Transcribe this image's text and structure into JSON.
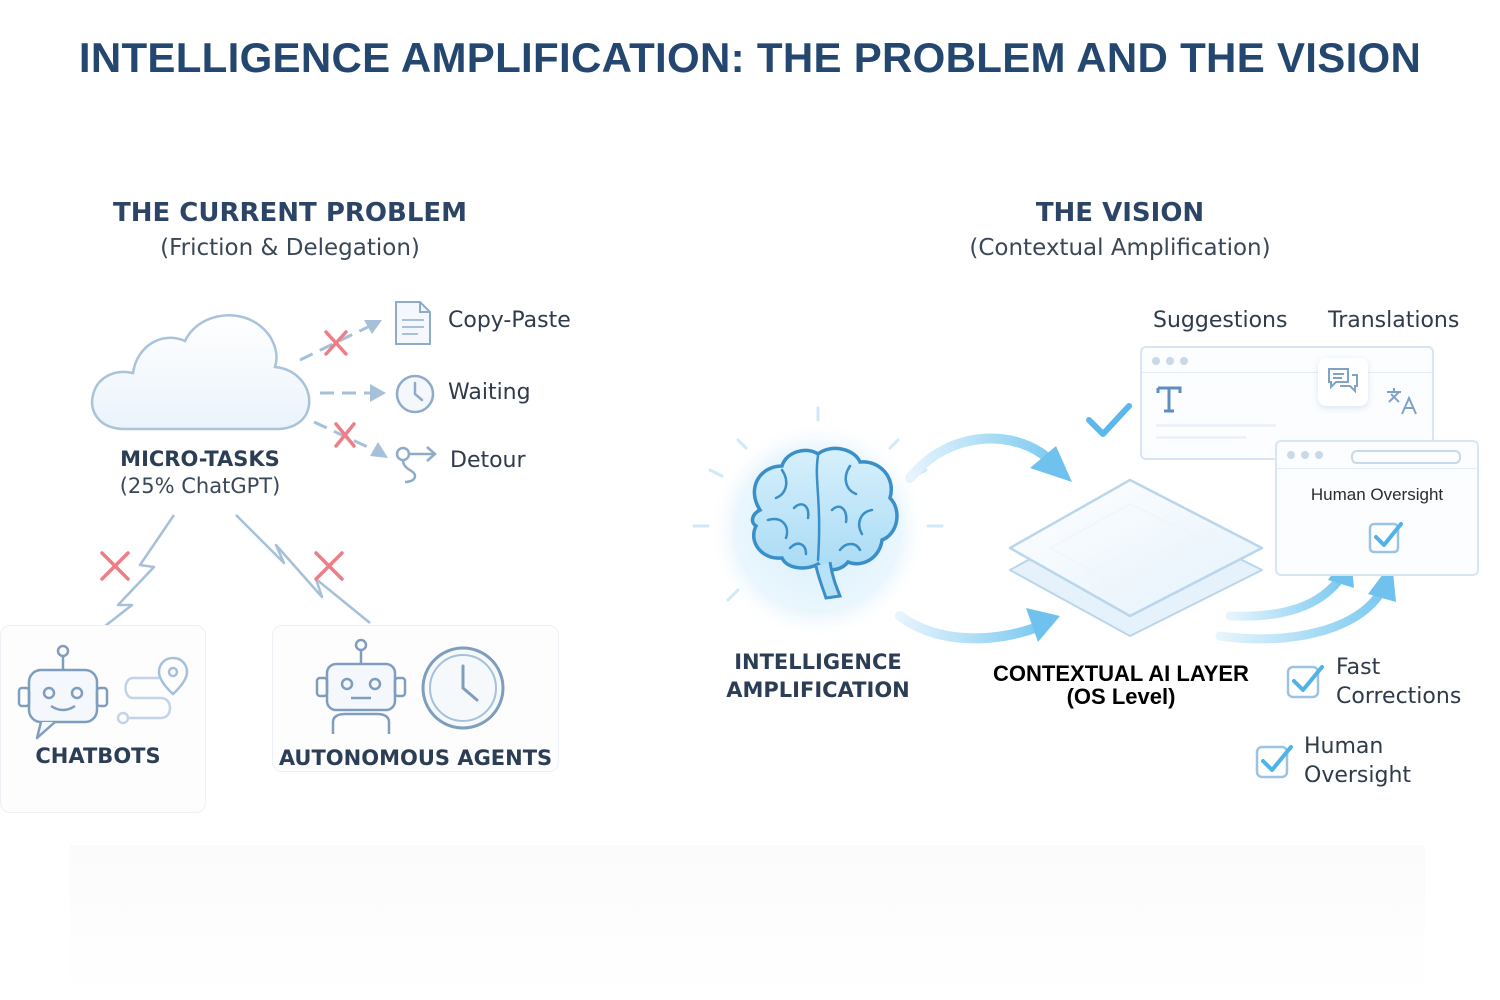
{
  "title": "INTELLIGENCE AMPLIFICATION: THE PROBLEM AND THE VISION",
  "problem": {
    "title": "THE CURRENT PROBLEM",
    "subtitle": "(Friction & Delegation)",
    "micro_tasks": "MICRO-TASKS",
    "micro_tasks_sub": "(25% ChatGPT)",
    "frictions": [
      {
        "label": "Copy-Paste",
        "icon": "document-icon",
        "blocked": true
      },
      {
        "label": "Waiting",
        "icon": "clock-icon",
        "blocked": false
      },
      {
        "label": "Detour",
        "icon": "detour-icon",
        "blocked": true
      }
    ],
    "chatbots": "CHATBOTS",
    "agents": "AUTONOMOUS AGENTS"
  },
  "vision": {
    "title": "THE VISION",
    "subtitle": "(Contextual Amplification)",
    "brain_label_1": "INTELLIGENCE",
    "brain_label_2": "AMPLIFICATION",
    "layer_title": "CONTEXTUAL AI LAYER",
    "layer_sub": "(OS Level)",
    "suggestions": "Suggestions",
    "translations": "Translations",
    "window_oversight": "Human Oversight",
    "check1_a": "Fast",
    "check1_b": "Corrections",
    "check2_a": "Human",
    "check2_b": "Oversight"
  },
  "colors": {
    "title": "#24476f",
    "accent_blue": "#5bb8ea",
    "cross_red": "#ee7d86",
    "line_grey": "#9db2c8"
  }
}
